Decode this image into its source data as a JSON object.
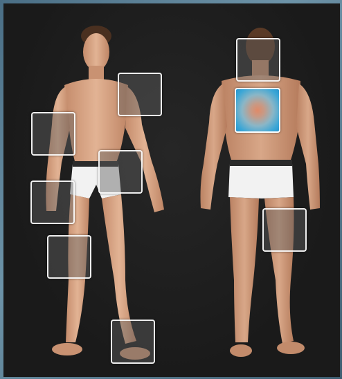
{
  "app": {
    "view_front_name": "front",
    "view_back_name": "back",
    "colors": {
      "background": "#1c1c1c",
      "zone_border": "#ffffff",
      "zone_fill": "rgba(95,95,95,0.45)",
      "selected_accent": "#2a94cc",
      "skin": "#d9a585",
      "underwear": "#f2f2f2"
    }
  },
  "zones": {
    "front": [
      {
        "id": "front-shoulder-left",
        "selected": false
      },
      {
        "id": "front-upper-arm-right",
        "selected": false
      },
      {
        "id": "front-hip-left",
        "selected": false
      },
      {
        "id": "front-forearm-right",
        "selected": false
      },
      {
        "id": "front-thigh-right",
        "selected": false
      },
      {
        "id": "front-foot-left",
        "selected": false
      }
    ],
    "back": [
      {
        "id": "back-neck",
        "selected": false
      },
      {
        "id": "back-upper-back",
        "selected": true
      },
      {
        "id": "back-hamstring-right",
        "selected": false
      }
    ]
  }
}
